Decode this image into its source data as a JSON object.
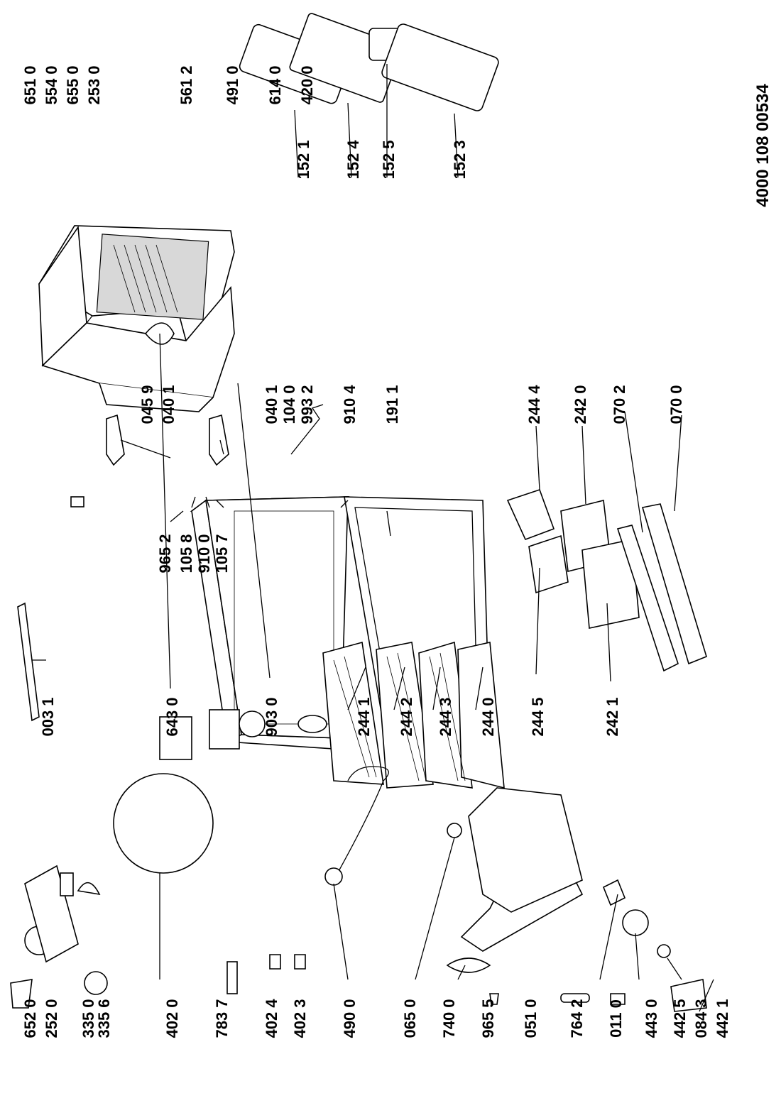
{
  "document_number": "4000 108 00534",
  "parts": [
    {
      "id": "p6510",
      "label": "651 0"
    },
    {
      "id": "p5540",
      "label": "554 0"
    },
    {
      "id": "p6550",
      "label": "655 0"
    },
    {
      "id": "p2530",
      "label": "253 0"
    },
    {
      "id": "p5612",
      "label": "561 2"
    },
    {
      "id": "p4910",
      "label": "491 0"
    },
    {
      "id": "p6140",
      "label": "614 0"
    },
    {
      "id": "p4200",
      "label": "420 0"
    },
    {
      "id": "p6520",
      "label": "652 0"
    },
    {
      "id": "p2520",
      "label": "252 0"
    },
    {
      "id": "p3350",
      "label": "335 0"
    },
    {
      "id": "p3356",
      "label": "335 6"
    },
    {
      "id": "p4020",
      "label": "402 0"
    },
    {
      "id": "p7837",
      "label": "783 7"
    },
    {
      "id": "p4024",
      "label": "402 4"
    },
    {
      "id": "p4023",
      "label": "402 3"
    },
    {
      "id": "p4900",
      "label": "490 0"
    },
    {
      "id": "p0650",
      "label": "065 0"
    },
    {
      "id": "p7400",
      "label": "740 0"
    },
    {
      "id": "p9655",
      "label": "965 5"
    },
    {
      "id": "p0510",
      "label": "051 0"
    },
    {
      "id": "p7642",
      "label": "764 2"
    },
    {
      "id": "p0110",
      "label": "011 0"
    },
    {
      "id": "p4430",
      "label": "443 0"
    },
    {
      "id": "p4425",
      "label": "442 5"
    },
    {
      "id": "p0843",
      "label": "084 3"
    },
    {
      "id": "p4421",
      "label": "442 1"
    },
    {
      "id": "p0031",
      "label": "003 1"
    },
    {
      "id": "p6430",
      "label": "643 0"
    },
    {
      "id": "p9030",
      "label": "903 0"
    },
    {
      "id": "p2441",
      "label": "244 1"
    },
    {
      "id": "p2442",
      "label": "244 2"
    },
    {
      "id": "p2443",
      "label": "244 3"
    },
    {
      "id": "p2440",
      "label": "244 0"
    },
    {
      "id": "p2445",
      "label": "244 5"
    },
    {
      "id": "p2421",
      "label": "242 1"
    },
    {
      "id": "p0459",
      "label": "045 9"
    },
    {
      "id": "p0401a",
      "label": "040 1"
    },
    {
      "id": "p9652",
      "label": "965 2"
    },
    {
      "id": "p1058",
      "label": "105 8"
    },
    {
      "id": "p9100",
      "label": "910 0"
    },
    {
      "id": "p1057",
      "label": "105 7"
    },
    {
      "id": "p0401b",
      "label": "040 1"
    },
    {
      "id": "p1040",
      "label": "104 0"
    },
    {
      "id": "p9932",
      "label": "993 2"
    },
    {
      "id": "p9104",
      "label": "910 4"
    },
    {
      "id": "p1911",
      "label": "191 1"
    },
    {
      "id": "p2444",
      "label": "244 4"
    },
    {
      "id": "p2420",
      "label": "242 0"
    },
    {
      "id": "p0702",
      "label": "070 2"
    },
    {
      "id": "p0700",
      "label": "070 0"
    },
    {
      "id": "p1521",
      "label": "152 1"
    },
    {
      "id": "p1524",
      "label": "152 4"
    },
    {
      "id": "p1525",
      "label": "152 5"
    },
    {
      "id": "p1523",
      "label": "152 3"
    }
  ]
}
